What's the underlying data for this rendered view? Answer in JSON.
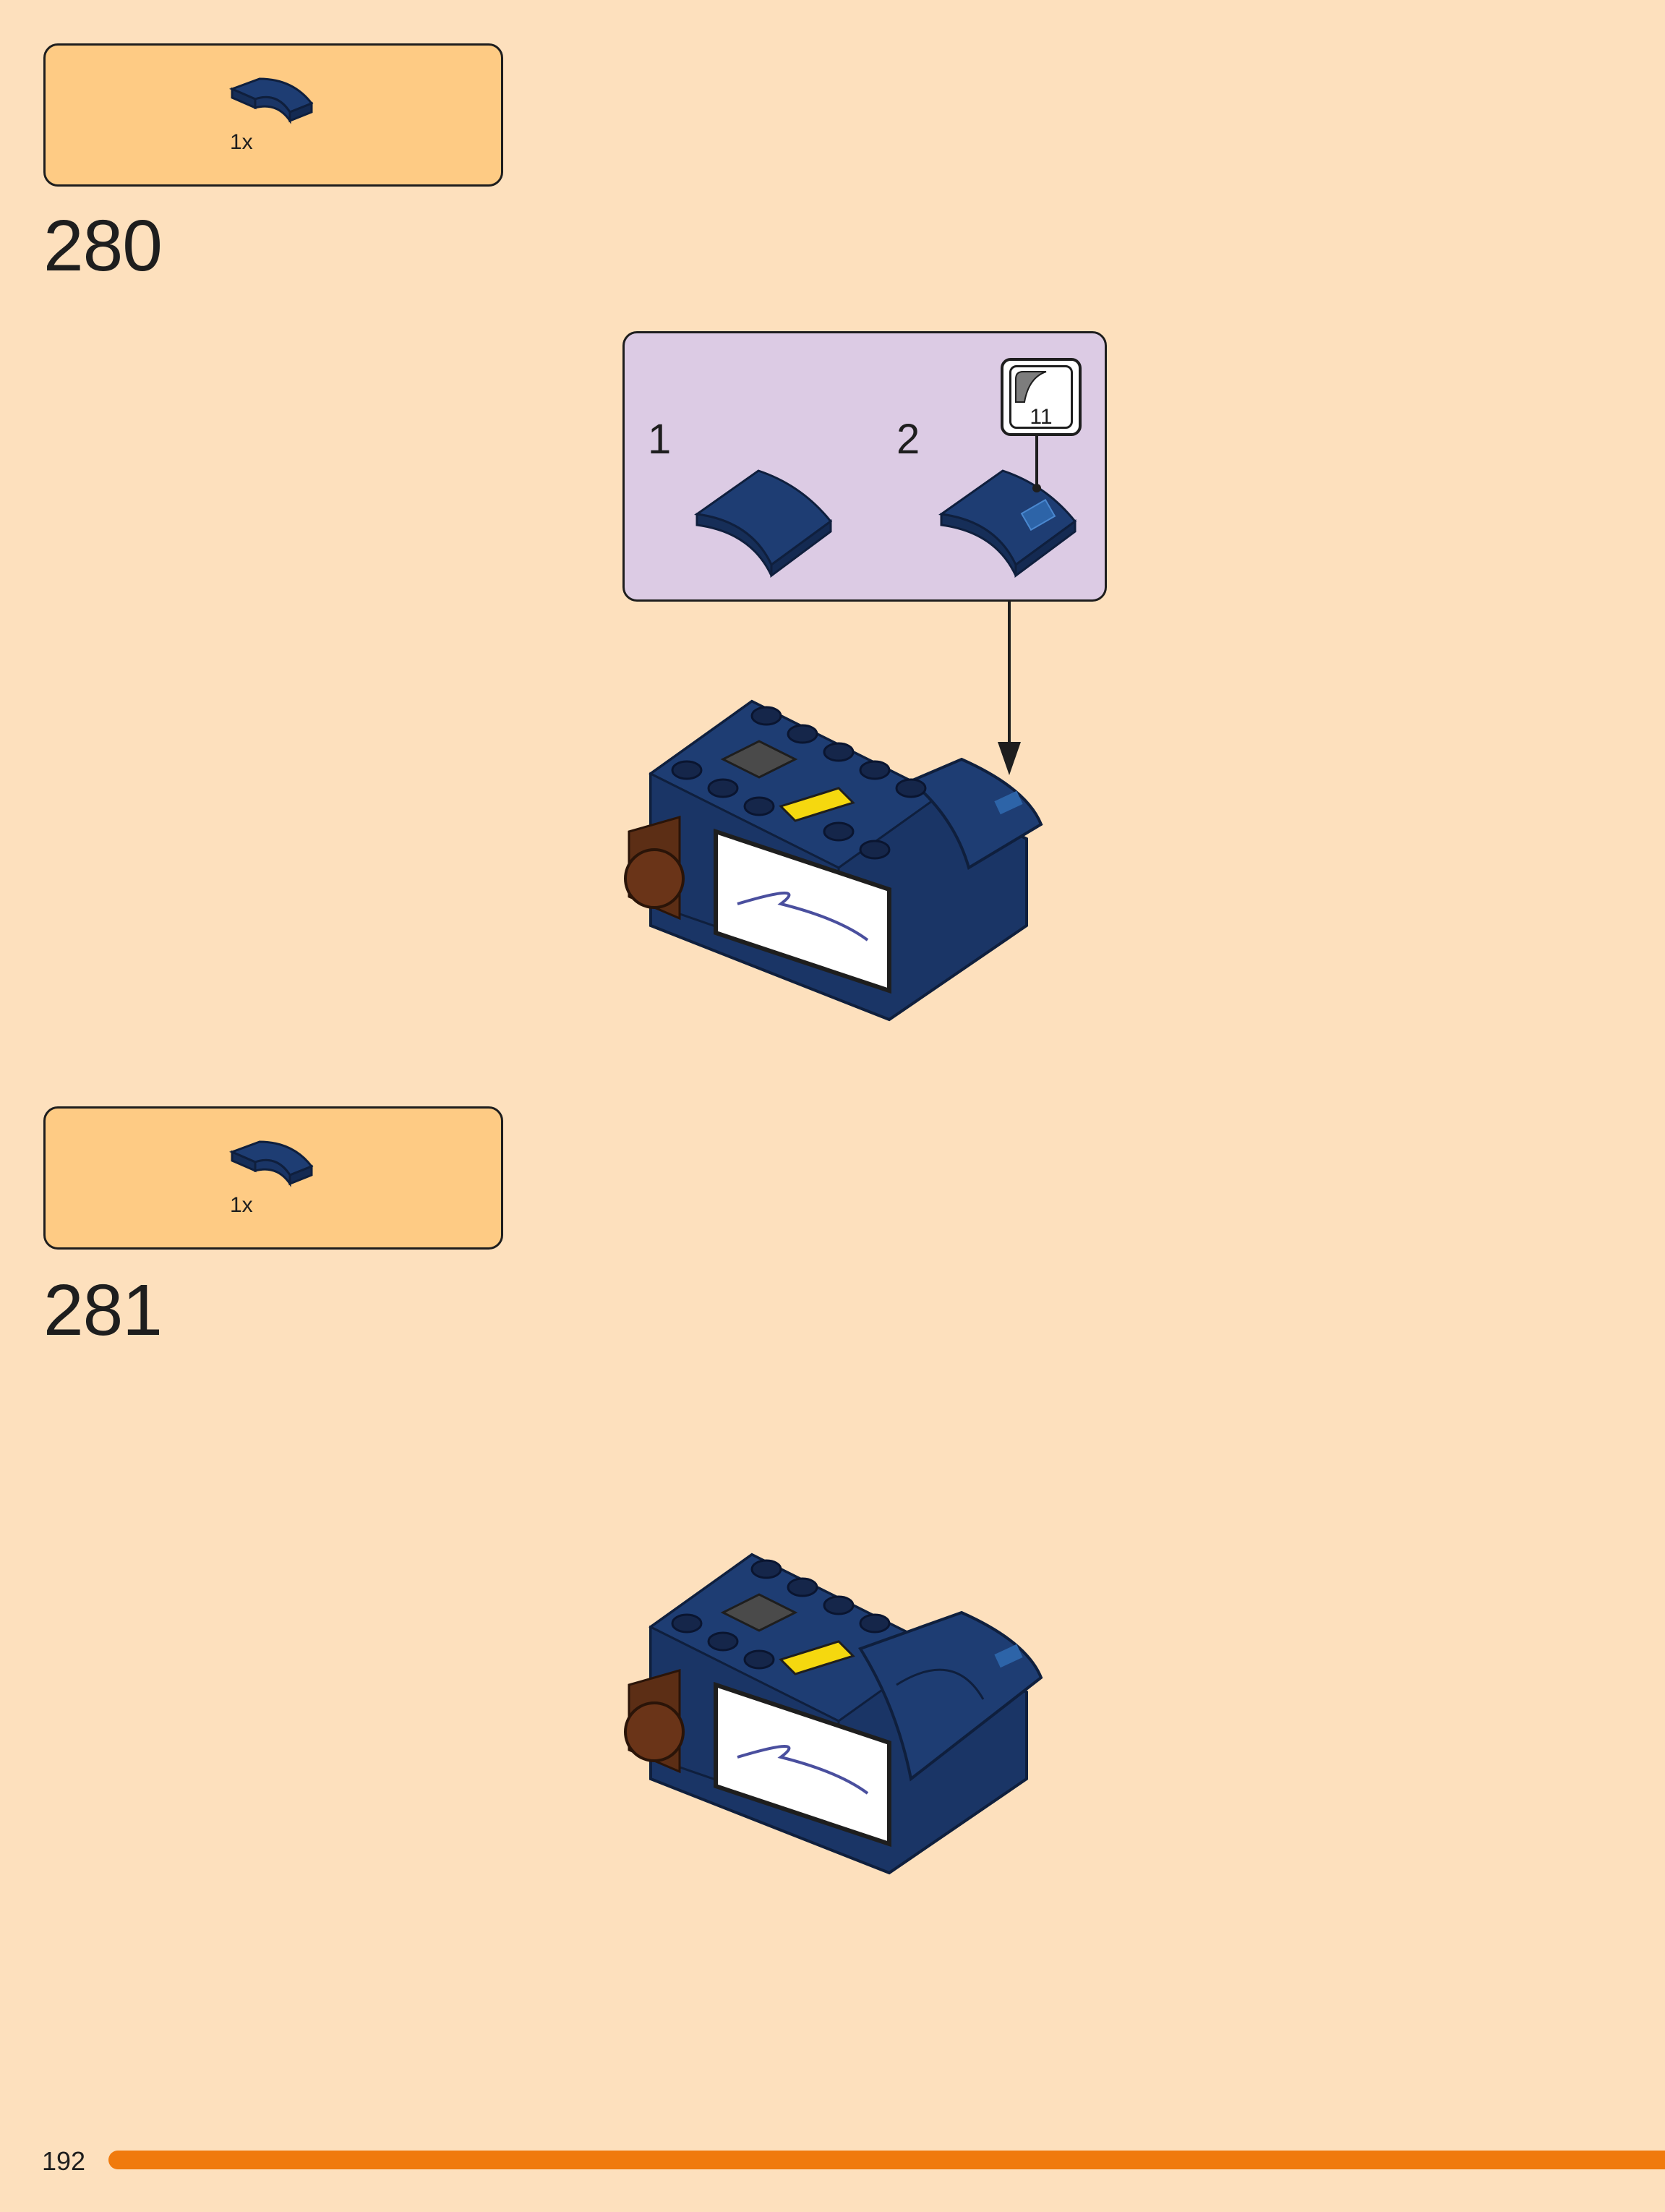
{
  "steps": [
    {
      "number": "280",
      "parts": {
        "quantity": "1x",
        "part_color": "#1e3d73"
      },
      "callout": {
        "substeps": [
          {
            "label": "1"
          },
          {
            "label": "2"
          }
        ],
        "sticker_number": "11"
      }
    },
    {
      "number": "281",
      "parts": {
        "quantity": "1x",
        "part_color": "#1e3d73"
      }
    }
  ],
  "page": {
    "number": "192",
    "accent_color": "#f07a0d"
  },
  "colors": {
    "background": "#fde0bd",
    "parts_box": "#fecb84",
    "callout_box": "#dccbe4",
    "dark_blue": "#1e3d73",
    "brown": "#5c2e15",
    "yellow": "#f5d80f"
  }
}
